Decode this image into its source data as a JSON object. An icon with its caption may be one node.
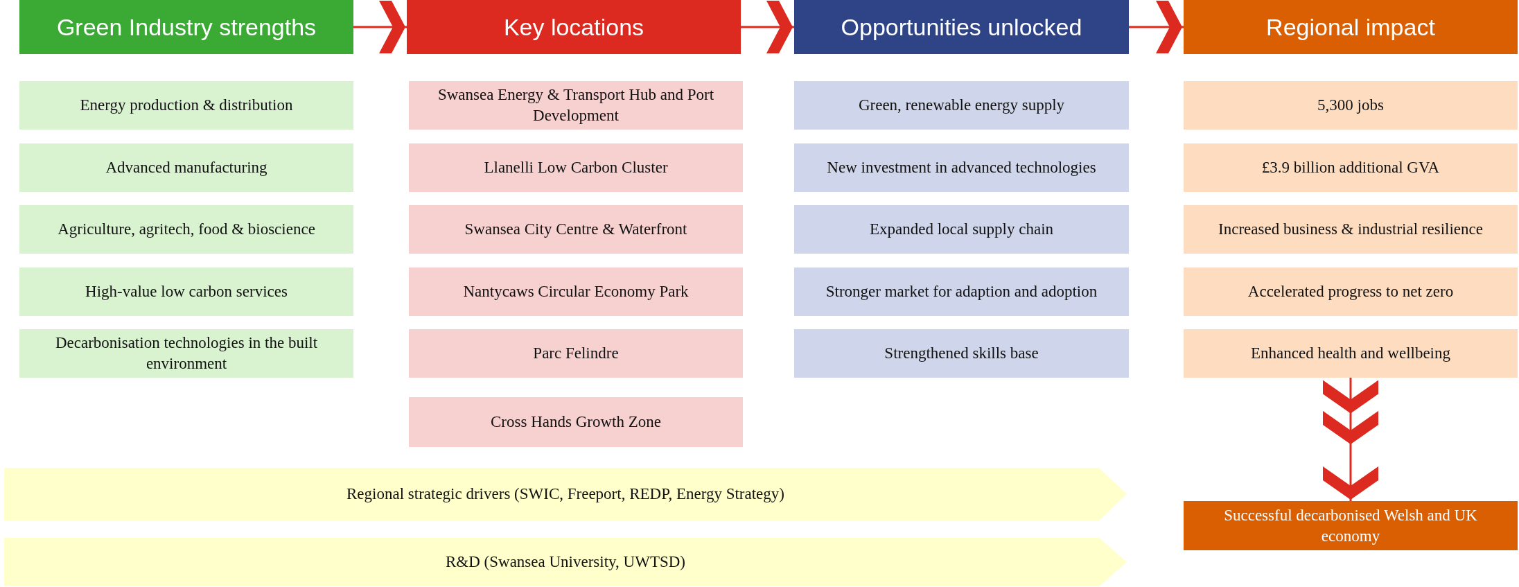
{
  "diagram": {
    "nodes": [
      {
        "text": [
          "Green Industry strengths"
        ]
      },
      {
        "text": [
          "Key locations"
        ]
      },
      {
        "text": [
          "Opportunities unlocked"
        ]
      },
      {
        "text": [
          "Regional impact"
        ]
      },
      {
        "text": [
          "Energy production & distribution"
        ]
      },
      {
        "text": [
          "Advanced manufacturing"
        ]
      },
      {
        "text": [
          "Agriculture, agritech, food & bioscience"
        ]
      },
      {
        "text": [
          "High-value low carbon services"
        ]
      },
      {
        "text": [
          "Decarbonisation technologies in the built environment"
        ]
      },
      {
        "text": [
          "Swansea Energy & Transport Hub and Port Development"
        ]
      },
      {
        "text": [
          "Llanelli Low Carbon Cluster"
        ]
      },
      {
        "text": [
          "Swansea City Centre & Waterfront"
        ]
      },
      {
        "text": [
          "Nantycaws Circular Economy Park"
        ]
      },
      {
        "text": [
          "Parc Felindre"
        ]
      },
      {
        "text": [
          "Cross Hands Growth Zone"
        ]
      },
      {
        "text": [
          "Green, renewable energy supply"
        ]
      },
      {
        "text": [
          "New investment in advanced technologies"
        ]
      },
      {
        "text": [
          "Expanded local supply chain"
        ]
      },
      {
        "text": [
          "Stronger market for adaption and adoption"
        ]
      },
      {
        "text": [
          "Strengthened skills base"
        ]
      },
      {
        "text": [
          "5,300 jobs"
        ]
      },
      {
        "text": [
          "£3.9 billion additional GVA"
        ]
      },
      {
        "text": [
          "Increased business & industrial resilience"
        ]
      },
      {
        "text": [
          "Accelerated progress to net zero"
        ]
      },
      {
        "text": [
          "Enhanced health and wellbeing"
        ]
      },
      {
        "text": [
          "Regional strategic drivers (SWIC, Freeport, REDP, Energy Strategy)"
        ]
      },
      {
        "text": [
          "R&D (Swansea University, UWTSD)"
        ]
      },
      {
        "text": [
          "Successful decarbonised Welsh and UK economy"
        ]
      }
    ],
    "edges": [
      {
        "from": 0,
        "to": 1,
        "arrow": "to"
      },
      {
        "from": 1,
        "to": 2,
        "arrow": "to"
      },
      {
        "from": 2,
        "to": 3,
        "arrow": "to"
      },
      {
        "from": 24,
        "to": 27,
        "arrow": "to"
      }
    ]
  }
}
